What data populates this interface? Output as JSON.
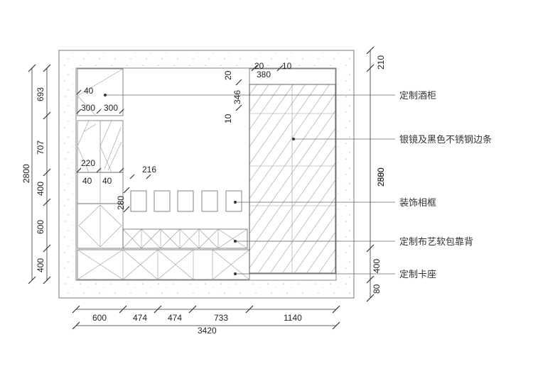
{
  "callouts": [
    "定制酒柜",
    "银镜及黑色不锈钢边条",
    "装饰相框",
    "定制布艺软包靠背",
    "定制卡座"
  ],
  "dims": {
    "bottom": [
      "600",
      "474",
      "474",
      "733",
      "1140"
    ],
    "total_width": "3420",
    "left": [
      "693",
      "707",
      "400",
      "600",
      "400"
    ],
    "left_total": "2800",
    "right_top": "210",
    "right_total_a": "2800",
    "right_total_b": "2580",
    "right_bottom_a": "400",
    "right_bottom_b": "80",
    "inner": {
      "d20_top": "20",
      "d380": "380",
      "d10_top": "10",
      "d20_side": "20",
      "d346": "346",
      "d10_side": "10",
      "d40_a": "40",
      "d300_a": "300",
      "d300_b": "300",
      "d220": "220",
      "d40_b": "40",
      "d40_c": "40",
      "d216": "216",
      "d280": "280"
    }
  }
}
